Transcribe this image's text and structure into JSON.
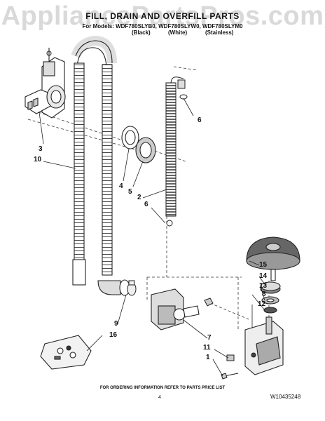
{
  "watermark": "AppliancePartsPros.com",
  "header": {
    "title": "FILL, DRAIN AND OVERFILL PARTS",
    "models": "For Models: WDF780SLYB0, WDF780SLYW0, WDF780SLYM0",
    "variants": [
      "(Black)",
      "(White)",
      "(Stainless)"
    ]
  },
  "callouts": {
    "c6a": "6",
    "c3": "3",
    "c10": "10",
    "c4": "4",
    "c5": "5",
    "c2": "2",
    "c6b": "6",
    "c15": "15",
    "c14": "14",
    "c13": "13",
    "c8": "8",
    "c12": "12",
    "c7": "7",
    "c9": "9",
    "c16": "16",
    "c11": "11",
    "c1": "1"
  },
  "footer": {
    "ordering_note": "FOR ORDERING INFORMATION REFER TO PARTS PRICE LIST",
    "page_number": "4",
    "document_number": "W10435248"
  }
}
